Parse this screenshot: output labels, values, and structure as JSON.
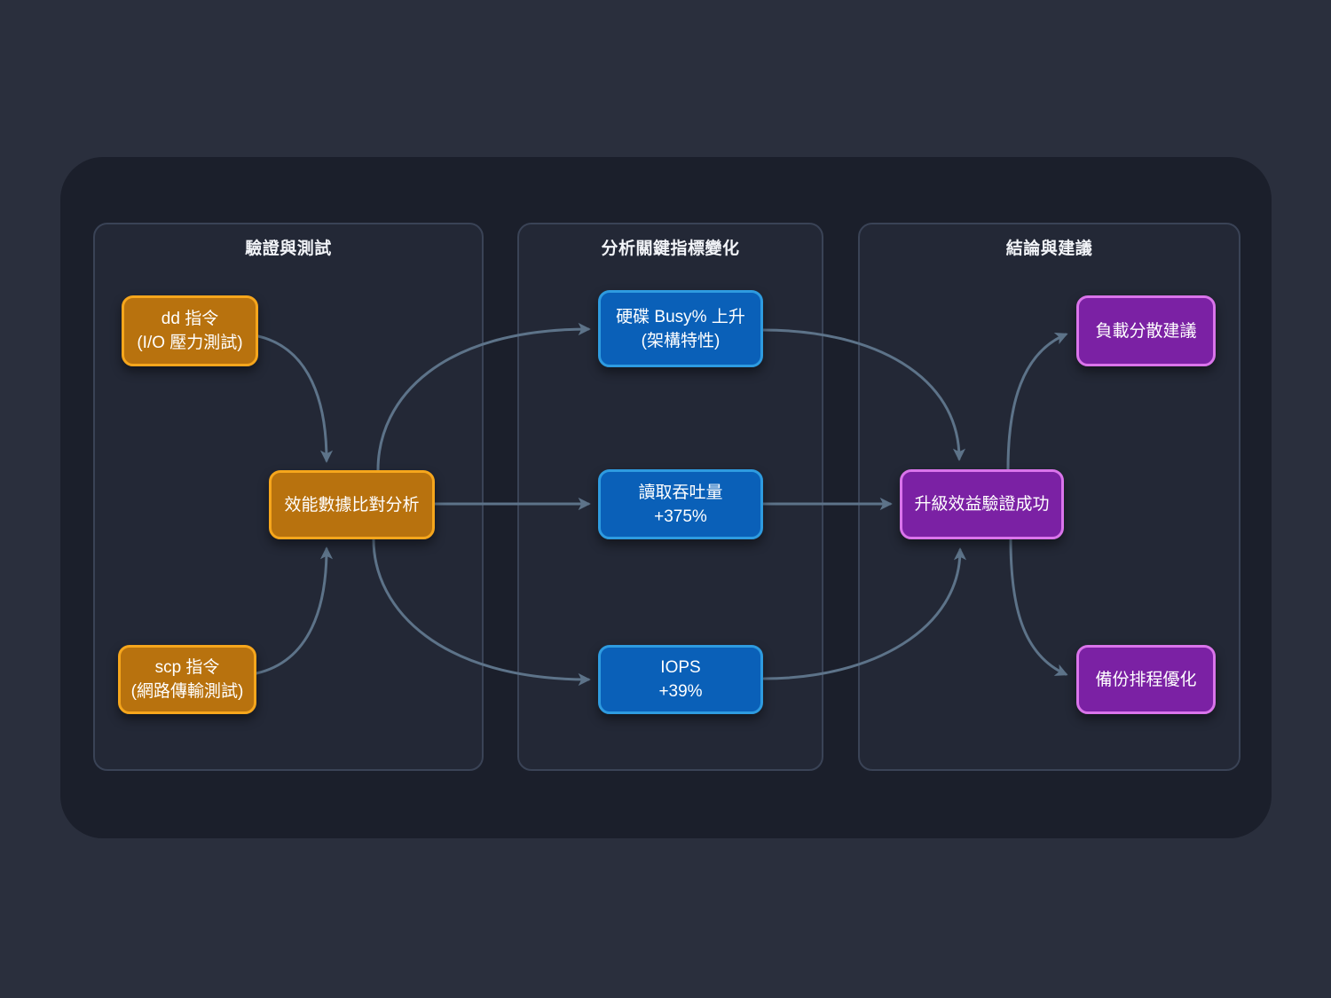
{
  "diagram": {
    "columns": [
      {
        "title": "驗證與測試"
      },
      {
        "title": "分析關鍵指標變化"
      },
      {
        "title": "結論與建議"
      }
    ],
    "nodes": {
      "dd": {
        "line1": "dd 指令",
        "line2": "(I/O 壓力測試)"
      },
      "scp": {
        "line1": "scp 指令",
        "line2": "(網路傳輸測試)"
      },
      "compare": {
        "line1": "效能數據比對分析"
      },
      "busy": {
        "line1": "硬碟 Busy% 上升",
        "line2": "(架構特性)"
      },
      "throughput": {
        "line1": "讀取吞吐量",
        "line2": "+375%"
      },
      "iops": {
        "line1": "IOPS",
        "line2": "+39%"
      },
      "verify": {
        "line1": "升級效益驗證成功"
      },
      "load": {
        "line1": "負載分散建議"
      },
      "backup": {
        "line1": "備份排程優化"
      }
    },
    "edges": [
      {
        "from": "dd",
        "to": "compare"
      },
      {
        "from": "scp",
        "to": "compare"
      },
      {
        "from": "compare",
        "to": "busy"
      },
      {
        "from": "compare",
        "to": "throughput"
      },
      {
        "from": "compare",
        "to": "iops"
      },
      {
        "from": "busy",
        "to": "verify"
      },
      {
        "from": "throughput",
        "to": "verify"
      },
      {
        "from": "iops",
        "to": "verify"
      },
      {
        "from": "verify",
        "to": "load"
      },
      {
        "from": "verify",
        "to": "backup"
      }
    ],
    "colors": {
      "page_background": "#2A2F3D",
      "panel_background": "#1B1F2B",
      "column_fill": "#232836",
      "column_border": "#3A4356",
      "orange_fill": "#B8720E",
      "orange_border": "#F6A61C",
      "blue_fill": "#0A60B8",
      "blue_border": "#2E9BE0",
      "purple_fill": "#7B21A4",
      "purple_border": "#DA74EB",
      "arrow": "#5D7389",
      "text": "#FFFFFF"
    }
  }
}
